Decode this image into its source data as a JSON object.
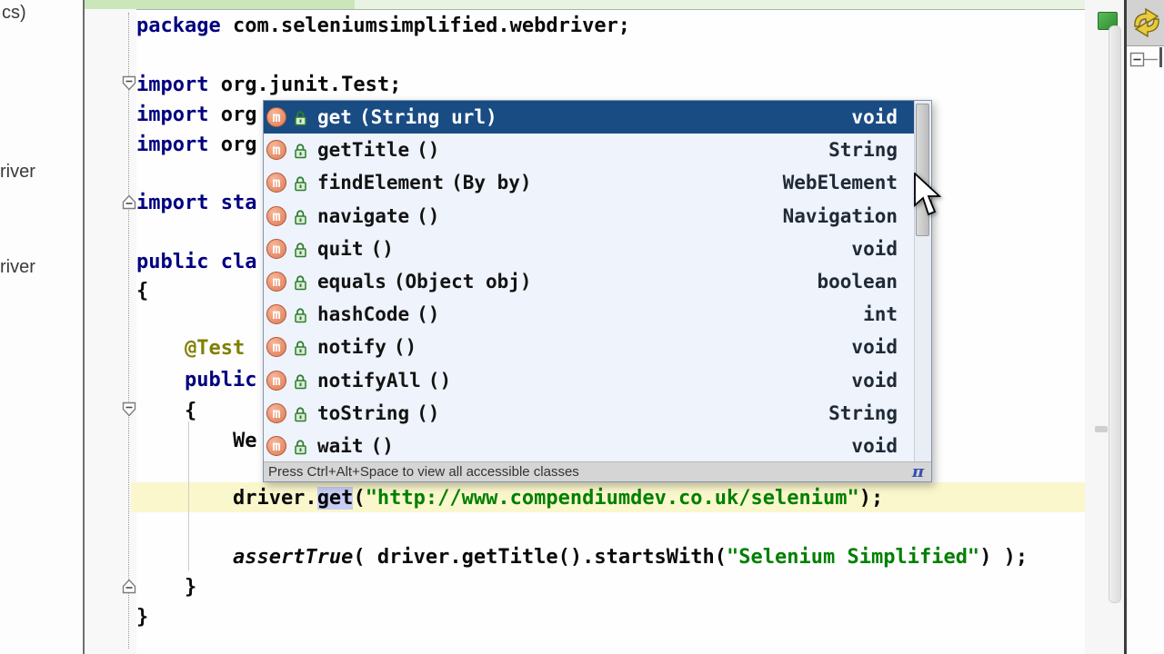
{
  "left_panel": {
    "items": [
      "cs)",
      "river",
      "river"
    ]
  },
  "code": {
    "lines": [
      {
        "tokens": [
          {
            "t": "kw",
            "s": "package"
          },
          {
            "t": "pl",
            "s": " com.seleniumsimplified.webdriver;"
          }
        ]
      },
      {
        "tokens": [
          {
            "t": "kw",
            "s": "import"
          },
          {
            "t": "pl",
            "s": " org.junit.Test;"
          }
        ]
      },
      {
        "tokens": [
          {
            "t": "kw",
            "s": "import"
          },
          {
            "t": "pl",
            "s": " org"
          }
        ]
      },
      {
        "tokens": [
          {
            "t": "kw",
            "s": "import"
          },
          {
            "t": "pl",
            "s": " org"
          }
        ]
      },
      {
        "tokens": [
          {
            "t": "kw",
            "s": "import"
          },
          {
            "t": "kw",
            "s": " sta"
          }
        ]
      },
      {
        "tokens": [
          {
            "t": "kw",
            "s": "public"
          },
          {
            "t": "kw",
            "s": " cla"
          }
        ]
      },
      {
        "tokens": [
          {
            "t": "pl",
            "s": "{"
          }
        ]
      },
      {
        "tokens": [
          {
            "t": "ann",
            "s": "    @Test"
          }
        ]
      },
      {
        "tokens": [
          {
            "t": "kw",
            "s": "    public"
          }
        ]
      },
      {
        "tokens": [
          {
            "t": "pl",
            "s": "    {"
          }
        ]
      },
      {
        "tokens": [
          {
            "t": "pl",
            "s": "        We"
          }
        ]
      },
      {
        "current": true,
        "tokens": [
          {
            "t": "pl",
            "s": "        driver."
          },
          {
            "t": "refsel",
            "s": "get"
          },
          {
            "t": "pl",
            "s": "("
          },
          {
            "t": "str",
            "s": "\"http://www.compendiumdev.co.uk/selenium\""
          },
          {
            "t": "pl",
            "s": ");"
          }
        ]
      },
      {
        "tokens": [
          {
            "t": "it",
            "s": "        assertTrue"
          },
          {
            "t": "pl",
            "s": "( driver.getTitle().startsWith("
          },
          {
            "t": "str",
            "s": "\"Selenium Simplified\""
          },
          {
            "t": "pl",
            "s": ") );"
          }
        ]
      },
      {
        "tokens": [
          {
            "t": "pl",
            "s": "    }"
          }
        ]
      },
      {
        "tokens": [
          {
            "t": "pl",
            "s": "}"
          }
        ]
      }
    ]
  },
  "popup": {
    "items": [
      {
        "name": "get",
        "params": "(String url)",
        "type": "void",
        "selected": true
      },
      {
        "name": "getTitle",
        "params": "()",
        "type": "String"
      },
      {
        "name": "findElement",
        "params": "(By by)",
        "type": "WebElement"
      },
      {
        "name": "navigate",
        "params": "()",
        "type": "Navigation"
      },
      {
        "name": "quit",
        "params": "()",
        "type": "void"
      },
      {
        "name": "equals",
        "params": "(Object obj)",
        "type": "boolean"
      },
      {
        "name": "hashCode",
        "params": "()",
        "type": "int"
      },
      {
        "name": "notify",
        "params": "()",
        "type": "void"
      },
      {
        "name": "notifyAll",
        "params": "()",
        "type": "void"
      },
      {
        "name": "toString",
        "params": "()",
        "type": "String"
      },
      {
        "name": "wait",
        "params": "()",
        "type": "void"
      }
    ],
    "footer_hint": "Press Ctrl+Alt+Space to view all accessible classes",
    "footer_symbol": "π"
  },
  "icons": {
    "method_glyph": "m"
  },
  "colors": {
    "selection_blue": "#1a4c84",
    "method_icon_orange": "#dd7a55",
    "keyword_navy": "#000080",
    "string_green": "#008000",
    "annotation_olive": "#808000",
    "current_line_yellow": "#fbf7cd",
    "inspection_indicator_green": "#3fa03f",
    "popup_background": "#eef3fc"
  }
}
